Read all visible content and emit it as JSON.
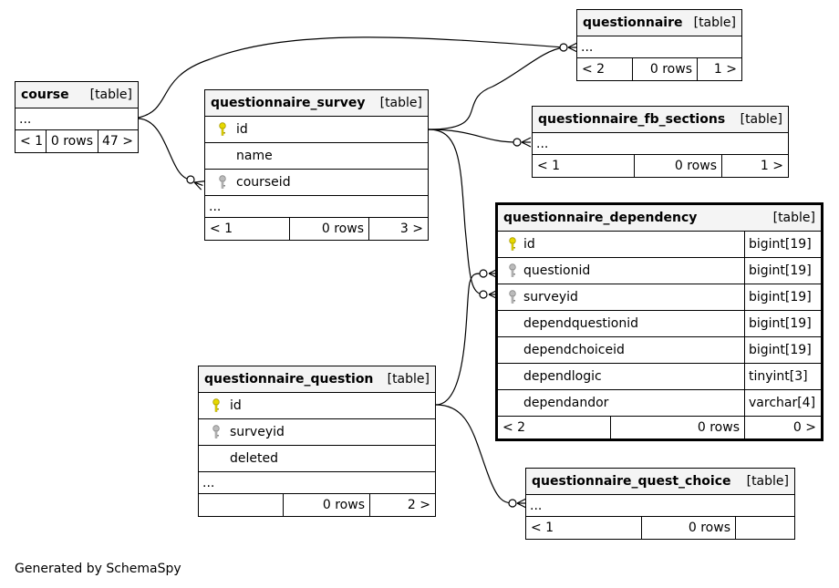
{
  "footer": {
    "generated": "Generated by SchemaSpy"
  },
  "labels": {
    "table": "[table]",
    "ellipsis": "..."
  },
  "colors": {
    "primary_key": "#e6d800",
    "foreign_key": "#aaaaaa",
    "header_bg": "#f4f4f4"
  },
  "icons": {
    "primary_key": "key-icon",
    "foreign_key": "key-icon"
  },
  "tables": {
    "questionnaire": {
      "name": "questionnaire",
      "footer": [
        "< 2",
        "0 rows",
        "1 >"
      ]
    },
    "course": {
      "name": "course",
      "footer": [
        "< 1",
        "0 rows",
        "47 >"
      ]
    },
    "questionnaire_survey": {
      "name": "questionnaire_survey",
      "columns": [
        {
          "name": "id",
          "key": "primary"
        },
        {
          "name": "name",
          "key": "none"
        },
        {
          "name": "courseid",
          "key": "foreign"
        }
      ],
      "footer": [
        "< 1",
        "0 rows",
        "3 >"
      ]
    },
    "questionnaire_fb_sections": {
      "name": "questionnaire_fb_sections",
      "footer": [
        "< 1",
        "0 rows",
        "1 >"
      ]
    },
    "questionnaire_dependency": {
      "name": "questionnaire_dependency",
      "columns": [
        {
          "name": "id",
          "type": "bigint[19]",
          "key": "primary"
        },
        {
          "name": "questionid",
          "type": "bigint[19]",
          "key": "foreign"
        },
        {
          "name": "surveyid",
          "type": "bigint[19]",
          "key": "foreign"
        },
        {
          "name": "dependquestionid",
          "type": "bigint[19]",
          "key": "none"
        },
        {
          "name": "dependchoiceid",
          "type": "bigint[19]",
          "key": "none"
        },
        {
          "name": "dependlogic",
          "type": "tinyint[3]",
          "key": "none"
        },
        {
          "name": "dependandor",
          "type": "varchar[4]",
          "key": "none"
        }
      ],
      "footer": [
        "< 2",
        "0 rows",
        "0 >"
      ]
    },
    "questionnaire_question": {
      "name": "questionnaire_question",
      "columns": [
        {
          "name": "id",
          "key": "primary"
        },
        {
          "name": "surveyid",
          "key": "foreign"
        },
        {
          "name": "deleted",
          "key": "none"
        }
      ],
      "footer": [
        "",
        "0 rows",
        "2 >"
      ]
    },
    "questionnaire_quest_choice": {
      "name": "questionnaire_quest_choice",
      "footer": [
        "< 1",
        "0 rows",
        ""
      ]
    }
  }
}
